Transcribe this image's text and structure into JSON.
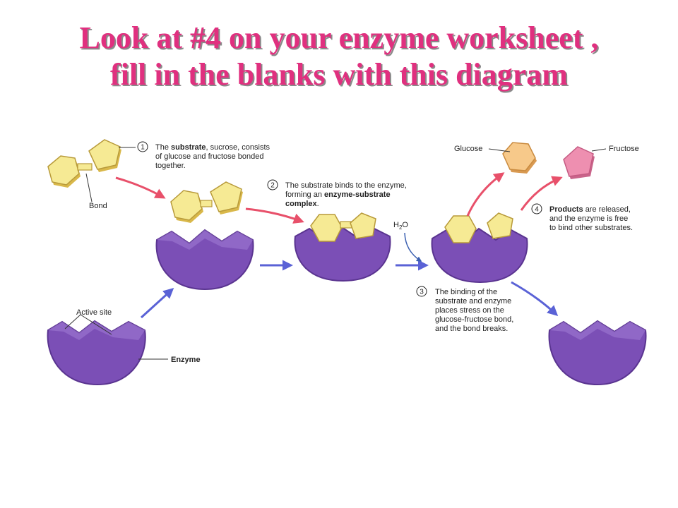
{
  "title": {
    "line1": "Look at #4 on your enzyme worksheet ,",
    "line2": "fill in the blanks with this diagram"
  },
  "steps": [
    {
      "number": "1",
      "lines": [
        [
          {
            "t": "The "
          },
          {
            "t": "substrate",
            "b": true
          },
          {
            "t": ", sucrose, consists"
          }
        ],
        [
          {
            "t": "of glucose and fructose bonded"
          }
        ],
        [
          {
            "t": "together."
          }
        ]
      ]
    },
    {
      "number": "2",
      "lines": [
        [
          {
            "t": "The substrate binds to the enzyme,"
          }
        ],
        [
          {
            "t": "forming an "
          },
          {
            "t": "enzyme-substrate",
            "b": true
          }
        ],
        [
          {
            "t": "complex",
            "b": true
          },
          {
            "t": "."
          }
        ]
      ]
    },
    {
      "number": "3",
      "lines": [
        [
          {
            "t": "The binding of the"
          }
        ],
        [
          {
            "t": "substrate and enzyme"
          }
        ],
        [
          {
            "t": "places stress on the"
          }
        ],
        [
          {
            "t": "glucose-fructose bond,"
          }
        ],
        [
          {
            "t": "and the bond breaks."
          }
        ]
      ]
    },
    {
      "number": "4",
      "lines": [
        [
          {
            "t": "Products",
            "b": true
          },
          {
            "t": " are released,"
          }
        ],
        [
          {
            "t": "and the enzyme is free"
          }
        ],
        [
          {
            "t": "to bind other substrates."
          }
        ]
      ]
    }
  ],
  "labels": {
    "bond": "Bond",
    "active_site": "Active site",
    "enzyme": "Enzyme",
    "glucose": "Glucose",
    "fructose": "Fructose",
    "water_h": "H",
    "water_sub": "2",
    "water_o": "O"
  },
  "colors": {
    "title": "#e0307f",
    "enzyme": "#7b4fb6",
    "enzyme_dark": "#5a3490",
    "substrate": "#f6ea94",
    "substrate_side": "#d9b84a",
    "glucose": "#f7c98a",
    "fructose": "#ee8fb0",
    "arrow_red": "#e8506a",
    "arrow_blue": "#5a62d6",
    "arrow_water": "#3a5fb0"
  }
}
